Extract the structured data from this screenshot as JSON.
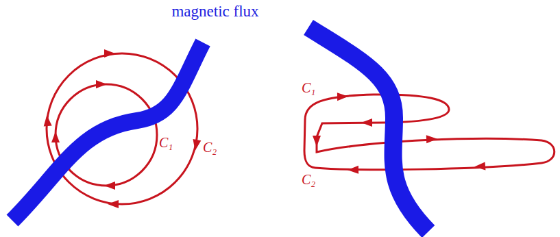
{
  "diagram": {
    "labels": [
      "magnetic flux",
      "C₁",
      "C₂",
      "C₁",
      "C₂"
    ]
  }
}
